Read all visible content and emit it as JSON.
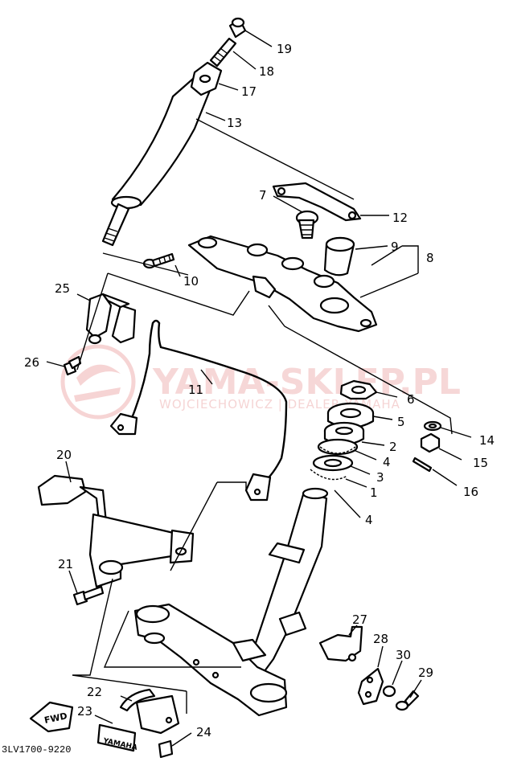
{
  "labels": {
    "p1": "1",
    "p2": "2",
    "p3": "3",
    "p4a": "4",
    "p4b": "4",
    "p5": "5",
    "p6": "6",
    "p7": "7",
    "p8": "8",
    "p9": "9",
    "p10": "10",
    "p11": "11",
    "p12": "12",
    "p13": "13",
    "p14": "14",
    "p15": "15",
    "p16": "16",
    "p17": "17",
    "p18": "18",
    "p19": "19",
    "p20": "20",
    "p21": "21",
    "p22": "22",
    "p23": "23",
    "p24": "24",
    "p25": "25",
    "p26": "26",
    "p27": "27",
    "p28": "28",
    "p29": "29",
    "p30": "30"
  },
  "diagram_code": "3LV1700-9220",
  "fwd_tag": "FWD",
  "emblem_text": "YAMAHA",
  "watermark": {
    "main": "YAMA-SKLEP.PL",
    "sub": "WOJCIECHOWICZ | DEALER YAMAHA"
  },
  "colors": {
    "ink": "#000000",
    "watermark": "#f0b8b8"
  }
}
